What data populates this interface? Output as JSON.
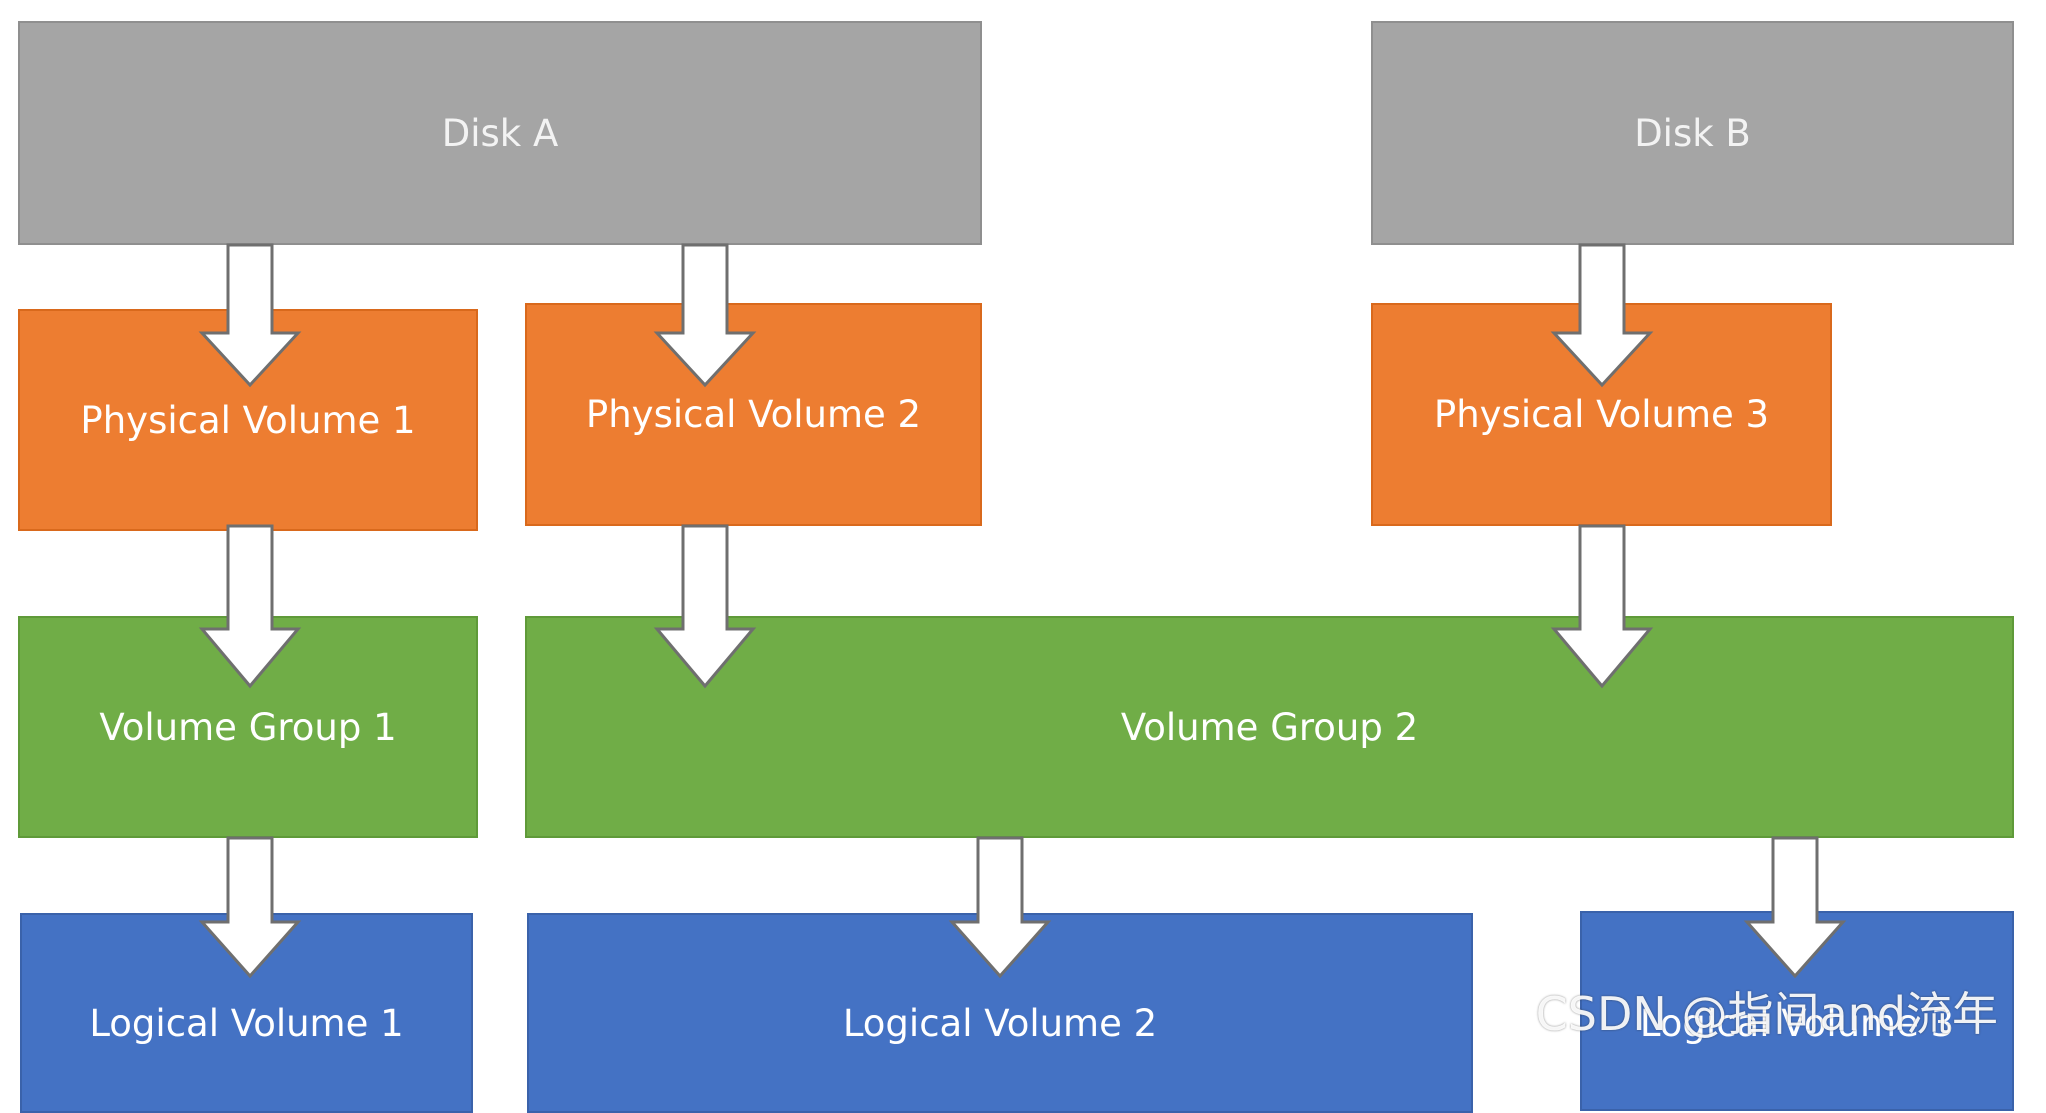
{
  "diagram": {
    "disks": [
      {
        "label": "Disk A"
      },
      {
        "label": "Disk B"
      }
    ],
    "physical_volumes": [
      {
        "label": "Physical Volume 1"
      },
      {
        "label": "Physical Volume 2"
      },
      {
        "label": "Physical Volume 3"
      }
    ],
    "volume_groups": [
      {
        "label": "Volume Group 1"
      },
      {
        "label": "Volume Group 2"
      }
    ],
    "logical_volumes": [
      {
        "label": "Logical Volume 1"
      },
      {
        "label": "Logical Volume 2"
      },
      {
        "label": "Logical Volume 3"
      }
    ],
    "colors": {
      "disk": "#a5a5a5",
      "physical_volume": "#ed7d31",
      "volume_group": "#70ad47",
      "logical_volume": "#4472c4",
      "arrow_fill": "#ffffff",
      "arrow_stroke": "#6f6f6f"
    },
    "edges": [
      {
        "from": "Disk A",
        "to": "Physical Volume 1"
      },
      {
        "from": "Disk A",
        "to": "Physical Volume 2"
      },
      {
        "from": "Disk B",
        "to": "Physical Volume 3"
      },
      {
        "from": "Physical Volume 1",
        "to": "Volume Group 1"
      },
      {
        "from": "Physical Volume 2",
        "to": "Volume Group 2"
      },
      {
        "from": "Physical Volume 3",
        "to": "Volume Group 2"
      },
      {
        "from": "Volume Group 1",
        "to": "Logical Volume 1"
      },
      {
        "from": "Volume Group 2",
        "to": "Logical Volume 2"
      },
      {
        "from": "Volume Group 2",
        "to": "Logical Volume 3"
      }
    ]
  },
  "watermark": "CSDN @指间and流年"
}
